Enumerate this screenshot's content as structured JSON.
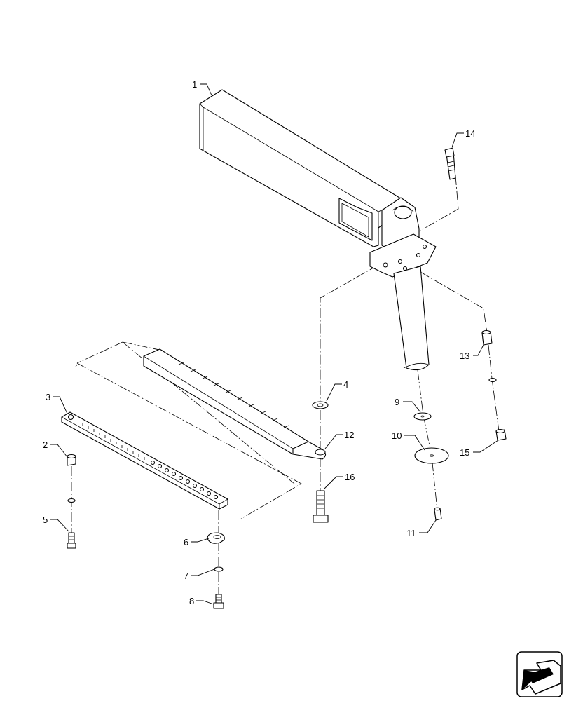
{
  "callouts": [
    {
      "id": "1",
      "label": "1"
    },
    {
      "id": "2",
      "label": "2"
    },
    {
      "id": "3",
      "label": "3"
    },
    {
      "id": "4",
      "label": "4"
    },
    {
      "id": "5",
      "label": "5"
    },
    {
      "id": "6",
      "label": "6"
    },
    {
      "id": "7",
      "label": "7"
    },
    {
      "id": "8",
      "label": "8"
    },
    {
      "id": "9",
      "label": "9"
    },
    {
      "id": "10",
      "label": "10"
    },
    {
      "id": "11",
      "label": "11"
    },
    {
      "id": "12",
      "label": "12"
    },
    {
      "id": "13",
      "label": "13"
    },
    {
      "id": "14",
      "label": "14"
    },
    {
      "id": "15",
      "label": "15"
    },
    {
      "id": "16",
      "label": "16"
    }
  ],
  "icons": {
    "nav": "arrow-back-icon"
  }
}
